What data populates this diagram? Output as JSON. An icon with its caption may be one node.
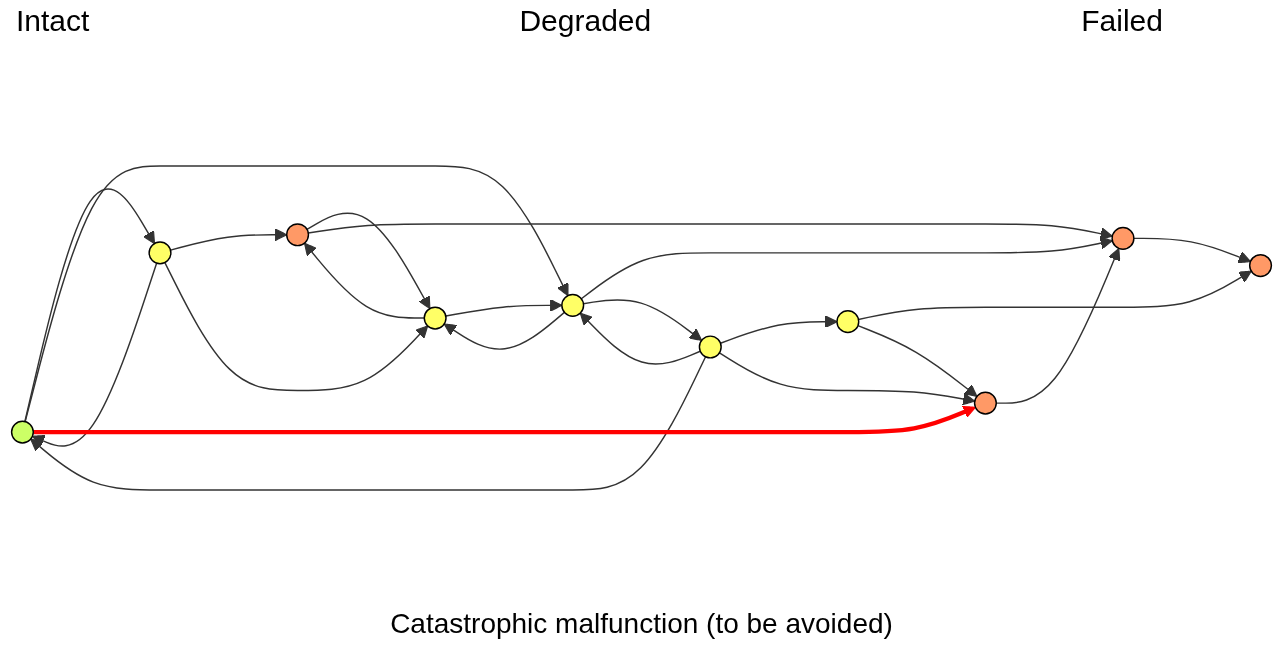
{
  "diagram": {
    "nodes": [
      {
        "text": [],
        "shape": "circle"
      },
      {
        "text": [],
        "shape": "circle"
      },
      {
        "text": [],
        "shape": "circle"
      },
      {
        "text": [],
        "shape": "circle"
      },
      {
        "text": [],
        "shape": "circle"
      },
      {
        "text": [],
        "shape": "circle"
      },
      {
        "text": [],
        "shape": "circle"
      },
      {
        "text": [],
        "shape": "circle"
      },
      {
        "text": [],
        "shape": "circle"
      },
      {
        "text": [],
        "shape": "circle"
      }
    ],
    "edges": [
      {
        "from": 0,
        "to": 1,
        "arrow": "to"
      },
      {
        "from": 1,
        "to": 0,
        "arrow": "to"
      },
      {
        "from": 0,
        "to": 3,
        "arrow": "to"
      },
      {
        "from": 4,
        "to": 0,
        "arrow": "to"
      },
      {
        "from": 0,
        "to": 9,
        "arrow": "to",
        "style": "thick",
        "color": "#ff0000"
      },
      {
        "from": 1,
        "to": 6,
        "arrow": "to"
      },
      {
        "from": 1,
        "to": 2,
        "arrow": "to"
      },
      {
        "from": 6,
        "to": 2,
        "arrow": "to"
      },
      {
        "from": 2,
        "to": 6,
        "arrow": "to"
      },
      {
        "from": 3,
        "to": 2,
        "arrow": "to"
      },
      {
        "from": 2,
        "to": 3,
        "arrow": "to"
      },
      {
        "from": 3,
        "to": 7,
        "arrow": "to"
      },
      {
        "from": 3,
        "to": 4,
        "arrow": "to"
      },
      {
        "from": 4,
        "to": 3,
        "arrow": "to"
      },
      {
        "from": 4,
        "to": 5,
        "arrow": "to"
      },
      {
        "from": 4,
        "to": 9,
        "arrow": "to"
      },
      {
        "from": 5,
        "to": 8,
        "arrow": "to"
      },
      {
        "from": 5,
        "to": 9,
        "arrow": "to"
      },
      {
        "from": 6,
        "to": 7,
        "arrow": "to"
      },
      {
        "from": 7,
        "to": 8,
        "arrow": "to"
      },
      {
        "from": 9,
        "to": 7,
        "arrow": "to"
      }
    ],
    "labels": [
      "Intact",
      "Degraded",
      "Failed",
      "Catastrophic malfunction (to be avoided)"
    ]
  }
}
